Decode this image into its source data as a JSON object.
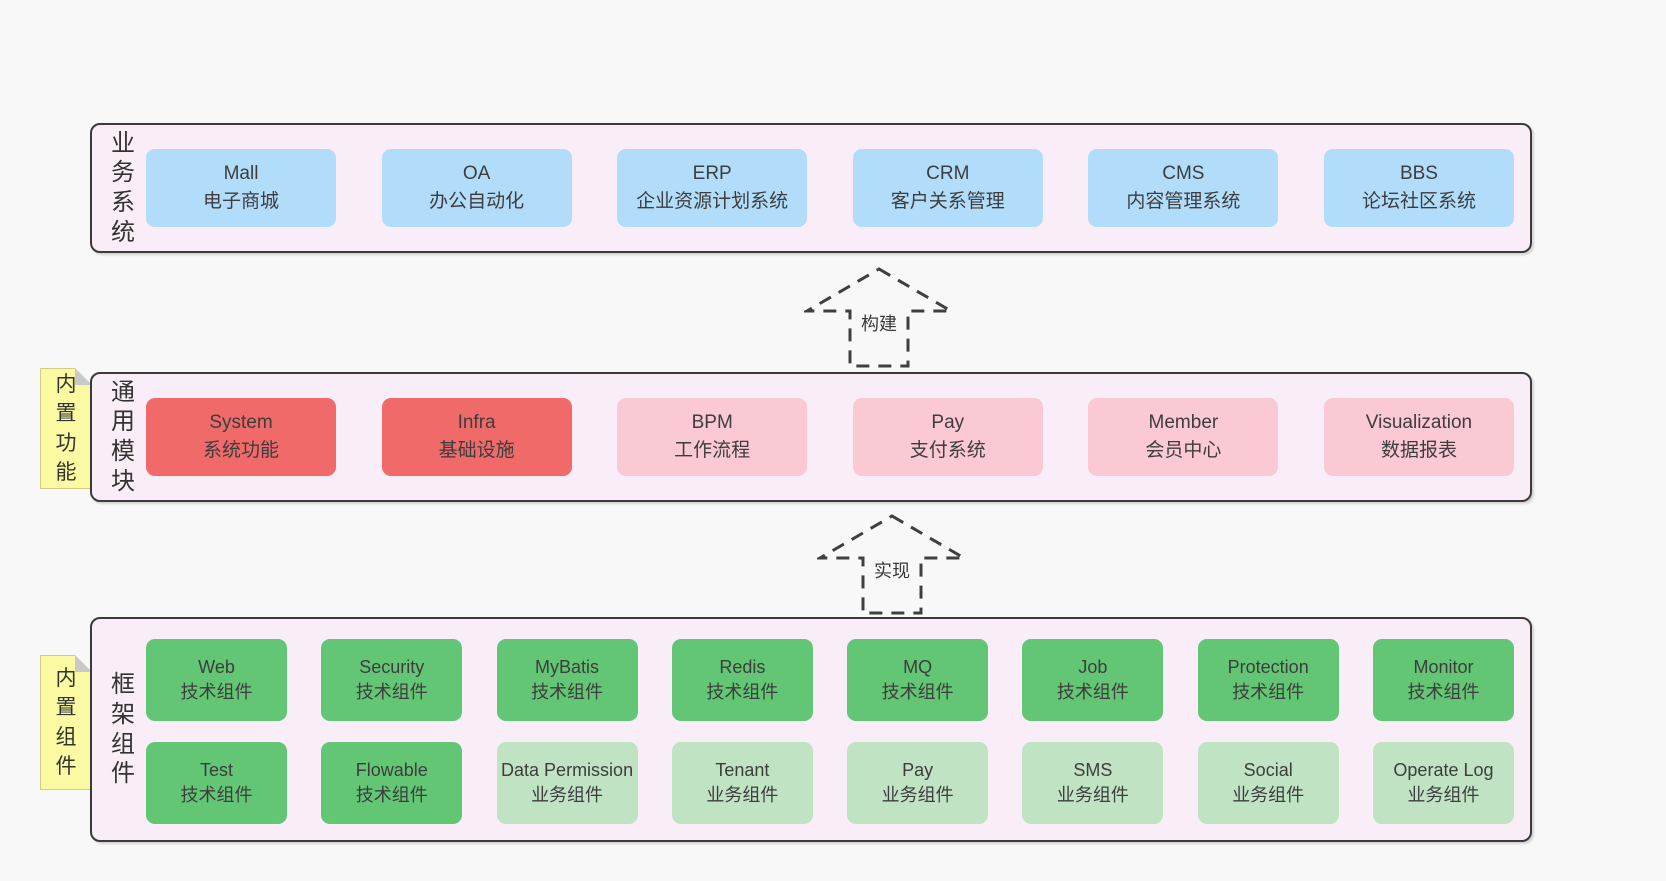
{
  "diagram": {
    "bands": [
      {
        "label": "业务系统",
        "boxes": [
          {
            "title": "Mall",
            "subtitle": "电子商城"
          },
          {
            "title": "OA",
            "subtitle": "办公自动化"
          },
          {
            "title": "ERP",
            "subtitle": "企业资源计划系统"
          },
          {
            "title": "CRM",
            "subtitle": "客户关系管理"
          },
          {
            "title": "CMS",
            "subtitle": "内容管理系统"
          },
          {
            "title": "BBS",
            "subtitle": "论坛社区系统"
          }
        ]
      },
      {
        "label": "通用模块",
        "note": "内置功能",
        "boxes": [
          {
            "title": "System",
            "subtitle": "系统功能"
          },
          {
            "title": "Infra",
            "subtitle": "基础设施"
          },
          {
            "title": "BPM",
            "subtitle": "工作流程"
          },
          {
            "title": "Pay",
            "subtitle": "支付系统"
          },
          {
            "title": "Member",
            "subtitle": "会员中心"
          },
          {
            "title": "Visualization",
            "subtitle": "数据报表"
          }
        ]
      },
      {
        "label": "框架组件",
        "note": "内置组件",
        "rows": [
          [
            {
              "title": "Web",
              "subtitle": "技术组件"
            },
            {
              "title": "Security",
              "subtitle": "技术组件"
            },
            {
              "title": "MyBatis",
              "subtitle": "技术组件"
            },
            {
              "title": "Redis",
              "subtitle": "技术组件"
            },
            {
              "title": "MQ",
              "subtitle": "技术组件"
            },
            {
              "title": "Job",
              "subtitle": "技术组件"
            },
            {
              "title": "Protection",
              "subtitle": "技术组件"
            },
            {
              "title": "Monitor",
              "subtitle": "技术组件"
            }
          ],
          [
            {
              "title": "Test",
              "subtitle": "技术组件"
            },
            {
              "title": "Flowable",
              "subtitle": "技术组件"
            },
            {
              "title": "Data Permission",
              "subtitle": "业务组件"
            },
            {
              "title": "Tenant",
              "subtitle": "业务组件"
            },
            {
              "title": "Pay",
              "subtitle": "业务组件"
            },
            {
              "title": "SMS",
              "subtitle": "业务组件"
            },
            {
              "title": "Social",
              "subtitle": "业务组件"
            },
            {
              "title": "Operate Log",
              "subtitle": "业务组件"
            }
          ]
        ]
      }
    ],
    "arrows": [
      {
        "label": "构建"
      },
      {
        "label": "实现"
      }
    ],
    "colors": {
      "page_bg": "#f8f8f8",
      "band_bg": "#f9eef7",
      "band_border": "#3a3a3a",
      "blue": "#b1ddfb",
      "red": "#f16a6a",
      "pink": "#fbc9d3",
      "green": "#63c674",
      "light_green": "#c0e3c4",
      "note_yellow": "#fbf9a1",
      "text": "#3d3d3d"
    }
  }
}
